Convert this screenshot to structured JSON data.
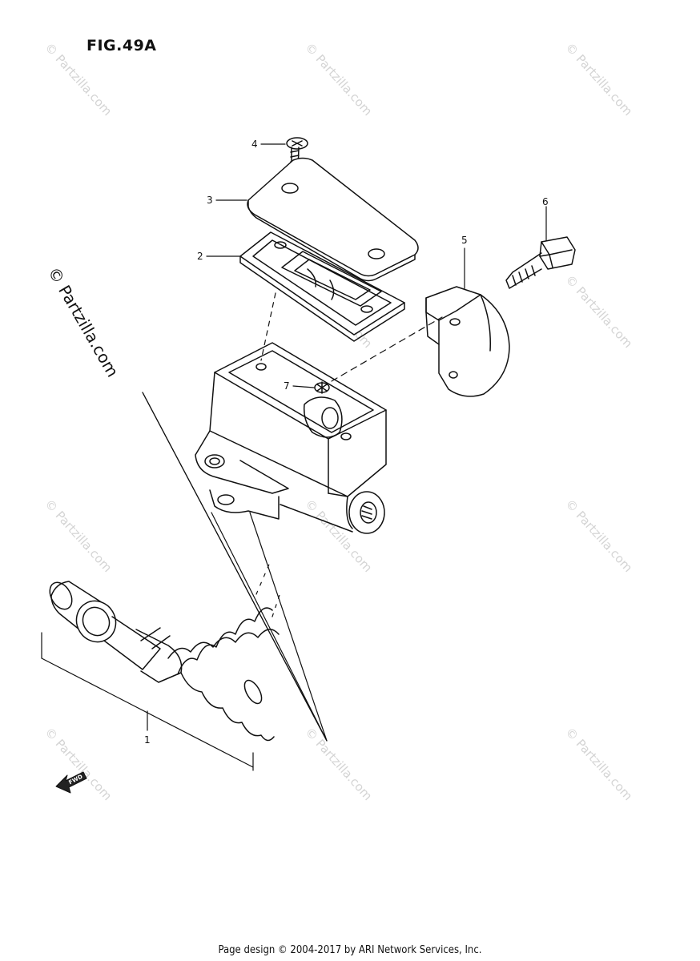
{
  "figure": {
    "title": "FIG.49A"
  },
  "watermark": {
    "text": "© Partzilla.com"
  },
  "callouts": {
    "c1": "1",
    "c2": "2",
    "c3": "3",
    "c4": "4",
    "c5": "5",
    "c6": "6",
    "c7": "7"
  },
  "fwd_label": "FWD",
  "footer": {
    "text": "Page design © 2004-2017 by ARI Network Services, Inc."
  }
}
